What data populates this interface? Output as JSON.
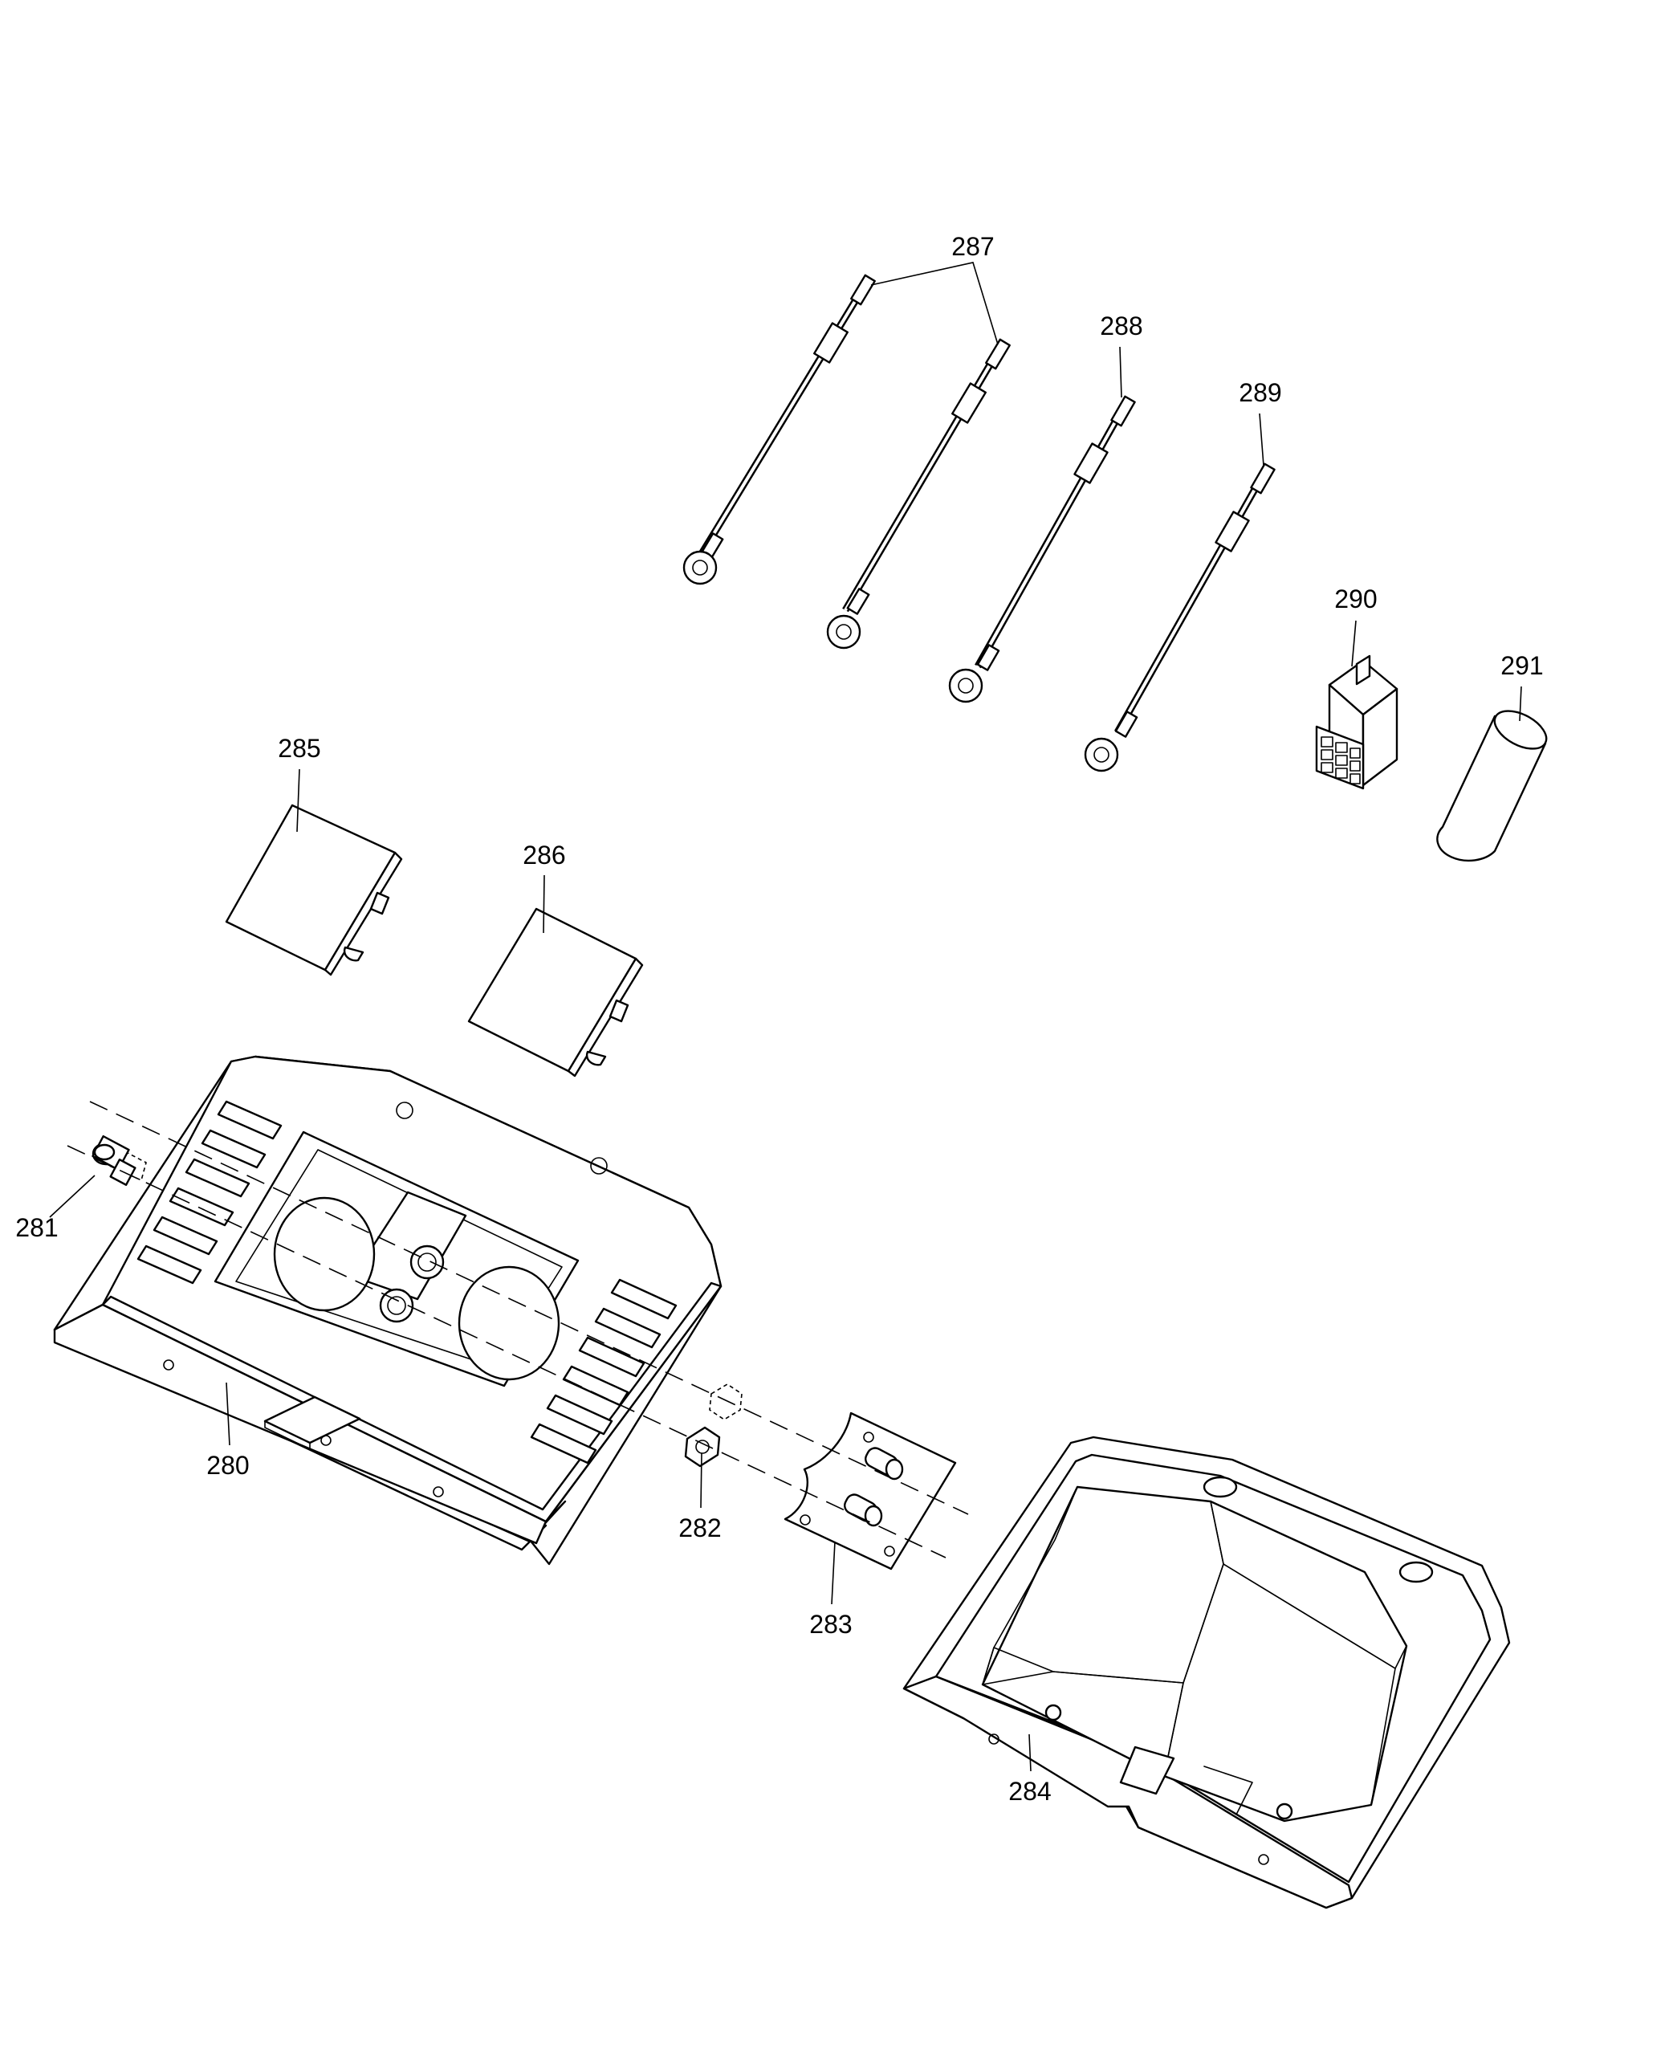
{
  "callouts": {
    "p280": "280",
    "p281": "281",
    "p282": "282",
    "p283": "283",
    "p284": "284",
    "p285": "285",
    "p286": "286",
    "p287": "287",
    "p288": "288",
    "p289": "289",
    "p290": "290",
    "p291": "291"
  }
}
